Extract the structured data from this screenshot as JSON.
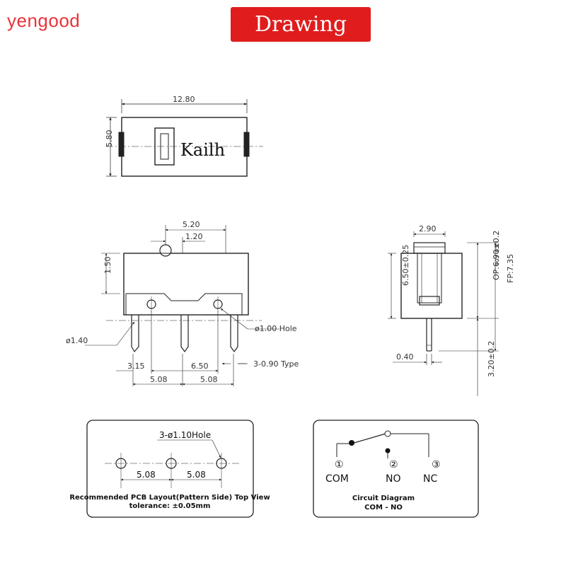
{
  "brand": "yengood",
  "banner": "Drawing",
  "top_view": {
    "logo_text": "Kailh",
    "width_dim": "12.80",
    "height_dim": "5.80"
  },
  "side_view": {
    "dim_520": "5.20",
    "dim_120": "1.20",
    "dim_150": "1.50",
    "dia_140": "ø1.40",
    "hole_label": "ø1.00 Hole",
    "dim_315": "3.15",
    "dim_650": "6.50",
    "type_label": "3-0.90 Type",
    "dim_508_a": "5.08",
    "dim_508_b": "5.08"
  },
  "end_view": {
    "dim_290": "2.90",
    "dim_650": "6.50±0.25",
    "dim_op": "OP:6.90±0.2",
    "dim_fp": "FP:7.35",
    "dim_fp_tol": "+0 / -0.4",
    "dim_040": "0.40",
    "dim_320": "3.20±0.2"
  },
  "pcb_panel": {
    "hole_label": "3-ø1.10Hole",
    "dim_a": "5.08",
    "dim_b": "5.08",
    "caption_1": "Recommended PCB Layout(Pattern Side) Top View",
    "caption_2": "tolerance: ±0.05mm"
  },
  "circuit_panel": {
    "pin1": "①",
    "pin2": "②",
    "pin3": "③",
    "com": "COM",
    "no": "NO",
    "nc": "NC",
    "caption_1": "Circuit Diagram",
    "caption_2": "COM - NO"
  }
}
